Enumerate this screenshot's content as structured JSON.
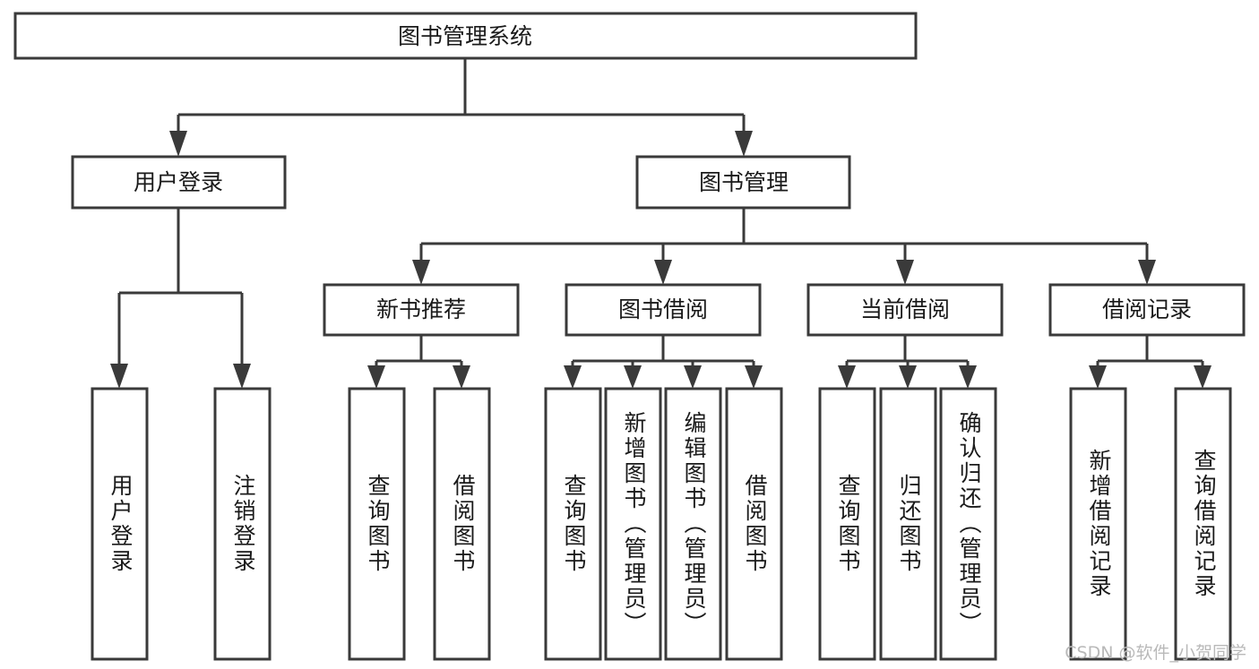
{
  "diagram": {
    "type": "tree",
    "title": "图书管理系统",
    "watermark": "CSDN @软件_小贺同学",
    "colors": {
      "stroke": "#3a3a3a",
      "fill": "#ffffff",
      "text": "#1a1a1a",
      "watermark": "#b9b9b9"
    },
    "root": {
      "label": "图书管理系统"
    },
    "level2": [
      {
        "label": "用户登录"
      },
      {
        "label": "图书管理"
      }
    ],
    "level3": [
      {
        "label": "新书推荐"
      },
      {
        "label": "图书借阅"
      },
      {
        "label": "当前借阅"
      },
      {
        "label": "借阅记录"
      }
    ],
    "leaves": {
      "user_login": [
        {
          "label": "用户登录"
        },
        {
          "label": "注销登录"
        }
      ],
      "new_book": [
        {
          "label": "查询图书"
        },
        {
          "label": "借阅图书"
        }
      ],
      "book_borrow": [
        {
          "label": "查询图书"
        },
        {
          "label": "新增图书（管理员）"
        },
        {
          "label": "编辑图书（管理员）"
        },
        {
          "label": "借阅图书"
        }
      ],
      "current_borrow": [
        {
          "label": "查询图书"
        },
        {
          "label": "归还图书"
        },
        {
          "label": "确认归还（管理员）"
        }
      ],
      "borrow_record": [
        {
          "label": "新增借阅记录"
        },
        {
          "label": "查询借阅记录"
        }
      ]
    }
  }
}
